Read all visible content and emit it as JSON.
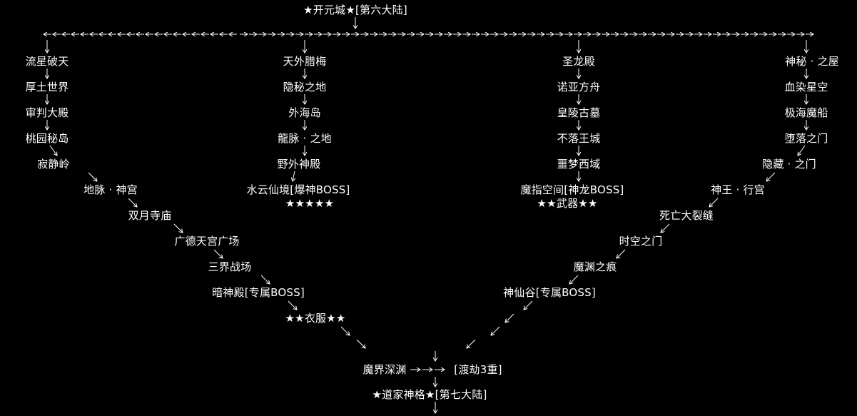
{
  "diagram": {
    "nodes": {
      "start": "★开元城★[第六大陆]",
      "c1": [
        "流星破天",
        "厚土世界",
        "审判大殿",
        "桃园秘岛",
        "寂静岭"
      ],
      "c2": [
        "天外腊梅",
        "隐秘之地",
        "外海岛",
        "龍脉 · 之地",
        "野外神殿",
        "水云仙境[爆神BOSS]"
      ],
      "c2_rating": "★★★★★",
      "c3": [
        "圣龙殿",
        "诺亚方舟",
        "皇陵古墓",
        "不落王城",
        "噩梦西域",
        "魔指空间[神龙BOSS]"
      ],
      "c3_rating": "★★武器★★",
      "c4": [
        "神秘 · 之屋",
        "血染星空",
        "极海魔船",
        "堕落之门",
        "隐藏 · 之门"
      ],
      "left_diag": [
        "地脉 · 神宫",
        "双月寺庙",
        "广德天宫广场",
        "三界战场",
        "暗神殿[专属BOSS]",
        "★★衣服★★"
      ],
      "right_diag": [
        "神王 · 行宫",
        "死亡大裂缝",
        "时空之门",
        "魔渊之痕",
        "神仙谷[专属BOSS]"
      ],
      "abyss": "魔界深渊",
      "trial": "[渡劫3重]",
      "end": "★道家神格★[第七大陆]"
    },
    "colors": {
      "background": "#000000",
      "foreground": "#ffffff"
    }
  }
}
